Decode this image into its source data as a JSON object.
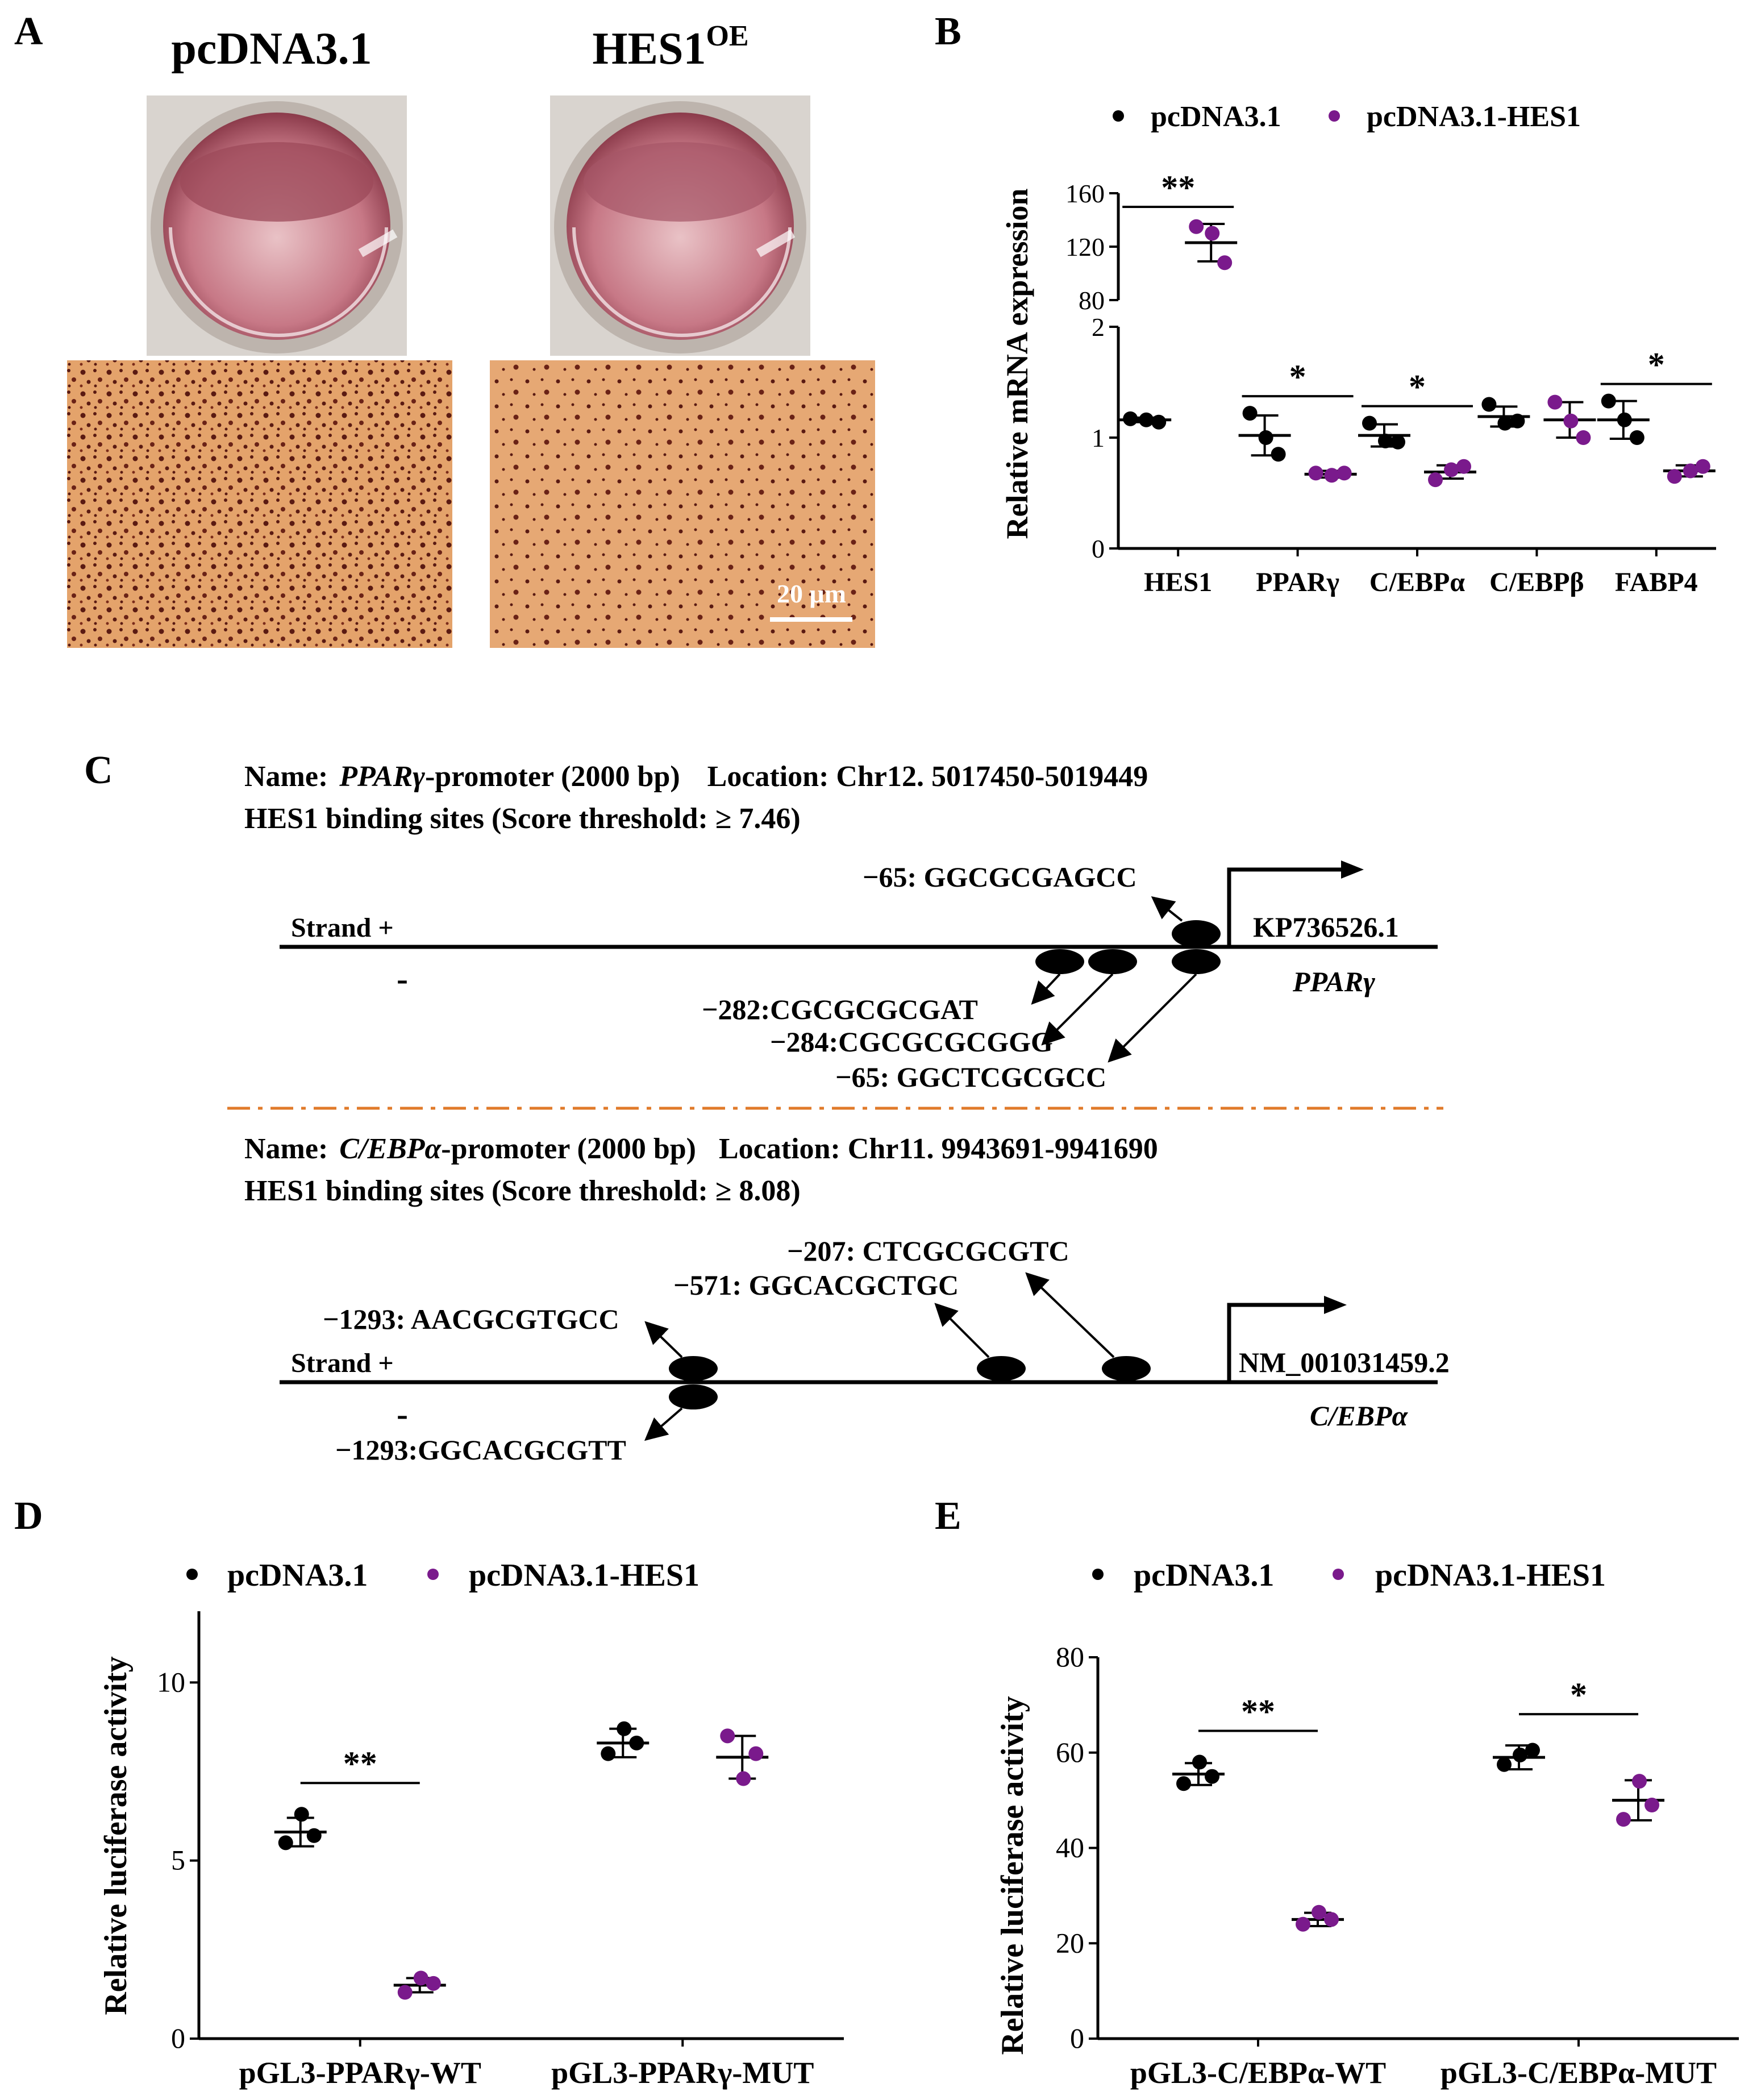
{
  "panel_letters": {
    "a": "A",
    "b": "B",
    "c": "C",
    "d": "D",
    "e": "E"
  },
  "panel_a": {
    "col1_title": "pcDNA3.1",
    "col2_title_base": "HES1",
    "col2_title_sup": "OE",
    "scale_bar_label": "20 μm"
  },
  "legend": {
    "control": "pcDNA3.1",
    "treated": "pcDNA3.1-HES1"
  },
  "colors": {
    "control": "#000000",
    "treated": "#7a1a8c",
    "divider": "#e07a2a",
    "dish_dark": "#8b3a4a",
    "dish_light": "#e9c2c6",
    "micro_bg": "#e4a36b",
    "micro_dot": "#5a1a12"
  },
  "panel_c": {
    "pparg_header_name_label": "Name:",
    "pparg_header_gene": "PPARγ",
    "pparg_header_promoter": "-promoter (2000 bp)",
    "pparg_header_location": "Location: Chr12. 5017450-5019449",
    "pparg_header_sites": "HES1 binding  sites (Score threshold: ≥ 7.46)",
    "pparg_strand_plus": "Strand +",
    "pparg_strand_minus": "-",
    "pparg_accession": "KP736526.1",
    "pparg_gene_label": "PPARγ",
    "pparg_site_plus": "−65:  GGCGCGAGCC",
    "pparg_site_m1": "−282:CGCGCGCGAT",
    "pparg_site_m2": "−284:CGCGCGCGGG",
    "pparg_site_m3": "−65: GGCTCGCGCC",
    "cebpa_header_name_label": "Name:",
    "cebpa_header_gene": "C/EBPα",
    "cebpa_header_promoter": "-promoter (2000 bp)",
    "cebpa_header_location": "Location: Chr11. 9943691-9941690",
    "cebpa_header_sites": "HES1 binding  sites (Score threshold: ≥ 8.08)",
    "cebpa_strand_plus": "Strand +",
    "cebpa_strand_minus": "-",
    "cebpa_accession": "NM_001031459.2",
    "cebpa_gene_label": "C/EBPα",
    "cebpa_site_207": "−207:  CTCGCGCGTC",
    "cebpa_site_571": "−571: GGCACGCTGC",
    "cebpa_site_1293p": "−1293: AACGCGTGCC",
    "cebpa_site_1293m": "−1293:GGCACGCGTT"
  },
  "chart_data": [
    {
      "id": "B",
      "type": "scatter",
      "ylabel": "Relative mRNA expression",
      "categories": [
        "HES1",
        "PPARγ",
        "C/EBPα",
        "C/EBPβ",
        "FABP4"
      ],
      "y_axis_break": true,
      "ylim_lower": [
        0,
        2
      ],
      "yticks_lower": [
        0,
        1,
        2
      ],
      "ylim_upper": [
        80,
        160
      ],
      "yticks_upper": [
        80,
        120,
        160
      ],
      "series": [
        {
          "name": "pcDNA3.1",
          "points": [
            [
              1.17,
              1.16,
              1.14
            ],
            [
              1.22,
              1.0,
              0.85
            ],
            [
              1.13,
              0.97,
              0.96
            ],
            [
              1.3,
              1.13,
              1.15
            ],
            [
              1.33,
              1.16,
              1.0
            ]
          ],
          "mean": [
            1.16,
            1.02,
            1.02,
            1.19,
            1.16
          ],
          "sd": [
            0.02,
            0.18,
            0.1,
            0.09,
            0.17
          ]
        },
        {
          "name": "pcDNA3.1-HES1",
          "points": [
            [
              135,
              130,
              108
            ],
            [
              0.68,
              0.66,
              0.68
            ],
            [
              0.62,
              0.71,
              0.74
            ],
            [
              1.32,
              1.15,
              1.0
            ],
            [
              0.65,
              0.7,
              0.74
            ]
          ],
          "mean": [
            123,
            0.67,
            0.69,
            1.16,
            0.7
          ],
          "sd": [
            14,
            0.03,
            0.06,
            0.16,
            0.05
          ]
        }
      ],
      "significance": [
        "**",
        "*",
        "*",
        "",
        "*"
      ]
    },
    {
      "id": "D",
      "type": "scatter",
      "ylabel": "Relative luciferase activity",
      "categories": [
        "pGL3-PPARγ-WT",
        "pGL3-PPARγ-MUT"
      ],
      "ylim": [
        0,
        12
      ],
      "yticks": [
        0,
        5,
        10
      ],
      "series": [
        {
          "name": "pcDNA3.1",
          "points": [
            [
              5.5,
              6.3,
              5.7
            ],
            [
              8.0,
              8.7,
              8.3
            ]
          ],
          "mean": [
            5.8,
            8.3
          ],
          "sd": [
            0.4,
            0.4
          ]
        },
        {
          "name": "pcDNA3.1-HES1",
          "points": [
            [
              1.3,
              1.7,
              1.55
            ],
            [
              8.5,
              7.3,
              8.0
            ]
          ],
          "mean": [
            1.5,
            7.9
          ],
          "sd": [
            0.2,
            0.6
          ]
        }
      ],
      "significance": [
        "**",
        ""
      ]
    },
    {
      "id": "E",
      "type": "scatter",
      "ylabel": "Relative luciferase activity",
      "categories": [
        "pGL3-C/EBPα-WT",
        "pGL3-C/EBPα-MUT"
      ],
      "ylim": [
        0,
        80
      ],
      "yticks": [
        0,
        20,
        40,
        60,
        80
      ],
      "series": [
        {
          "name": "pcDNA3.1",
          "points": [
            [
              53.5,
              58,
              55
            ],
            [
              57.5,
              59.5,
              60.5
            ]
          ],
          "mean": [
            55.5,
            59
          ],
          "sd": [
            2.3,
            2.5
          ]
        },
        {
          "name": "pcDNA3.1-HES1",
          "points": [
            [
              24,
              26.5,
              25
            ],
            [
              46,
              54,
              49
            ]
          ],
          "mean": [
            25,
            50
          ],
          "sd": [
            1.4,
            4.2
          ]
        }
      ],
      "significance": [
        "**",
        "*"
      ]
    }
  ]
}
